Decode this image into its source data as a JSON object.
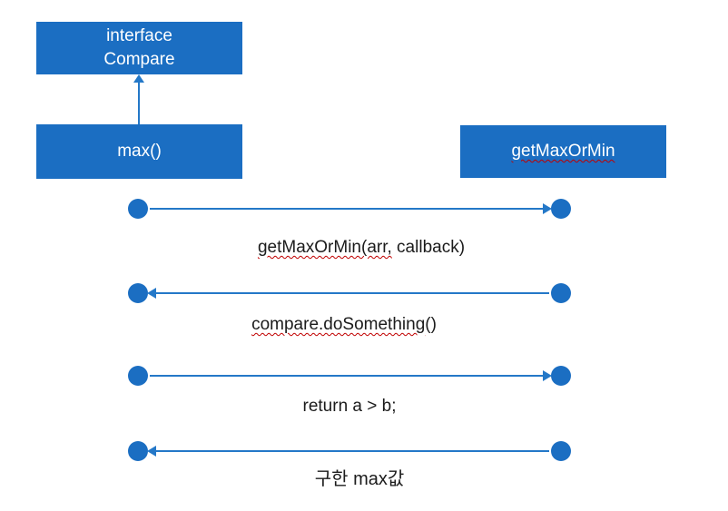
{
  "boxes": {
    "interface": {
      "line1": "interface",
      "line2": "Compare"
    },
    "max": {
      "label": "max()"
    },
    "get_max_or_min": {
      "label": "getMaxOrMin"
    }
  },
  "messages": [
    {
      "direction": "right",
      "label_flagged": "getMaxOrMin(arr,",
      "label_plain": " callback)"
    },
    {
      "direction": "left",
      "label_flagged": "compare.doSomething",
      "label_plain": "()"
    },
    {
      "direction": "right",
      "label_flagged": "",
      "label_plain": "return a > b;"
    },
    {
      "direction": "left",
      "label_flagged": "",
      "label_plain": "구한 max값"
    }
  ],
  "colors": {
    "canvas_bg": "#ffffff",
    "shape_fill": "#1B6EC2",
    "line_color": "#2478C8",
    "text_dark": "#1B1B1B",
    "squiggle": "#C00000"
  }
}
